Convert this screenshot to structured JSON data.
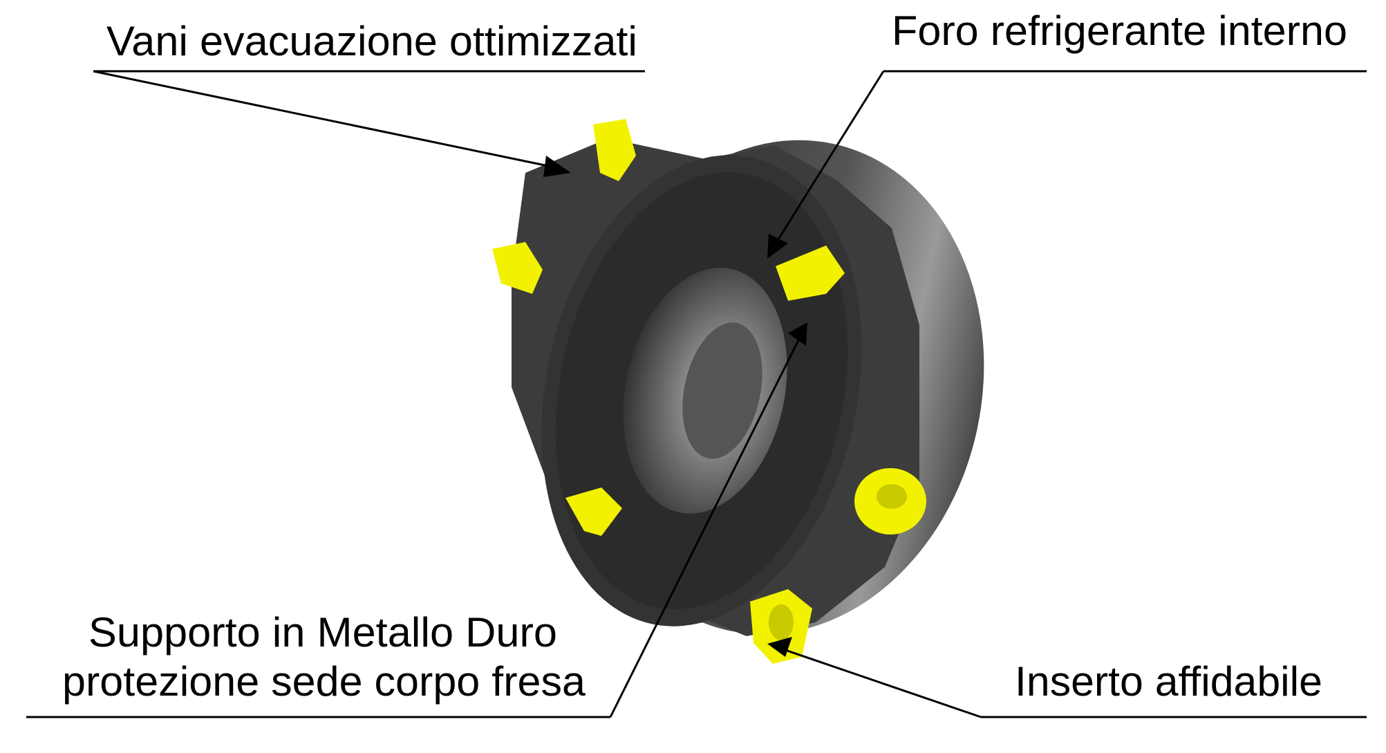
{
  "callouts": {
    "chip_flutes": "Vani evacuazione ottimizzati",
    "coolant": "Foro refrigerante interno",
    "carbide_line1": "Supporto in Metallo Duro",
    "carbide_line2": "protezione sede corpo fresa",
    "insert": "Inserto affidabile"
  },
  "colors": {
    "insert": "#f2f200",
    "body_dark": "#3a3a3a",
    "body_light": "#8a8a8a"
  }
}
